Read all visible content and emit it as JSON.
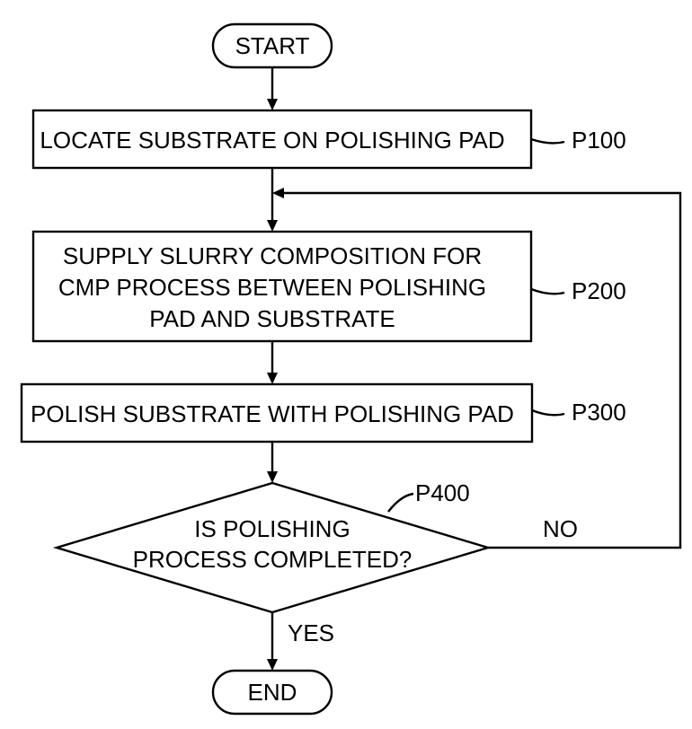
{
  "nodes": {
    "start": {
      "label": "START"
    },
    "p100": {
      "lines": [
        "LOCATE SUBSTRATE ON POLISHING PAD"
      ],
      "ref": "P100"
    },
    "p200": {
      "lines": [
        "SUPPLY SLURRY COMPOSITION FOR",
        "CMP PROCESS BETWEEN POLISHING",
        "PAD AND SUBSTRATE"
      ],
      "ref": "P200"
    },
    "p300": {
      "lines": [
        "POLISH SUBSTRATE WITH POLISHING PAD"
      ],
      "ref": "P300"
    },
    "p400": {
      "lines": [
        "IS POLISHING",
        "PROCESS COMPLETED?"
      ],
      "ref": "P400"
    },
    "end": {
      "label": "END"
    }
  },
  "edges": {
    "yes_label": "YES",
    "no_label": "NO"
  }
}
